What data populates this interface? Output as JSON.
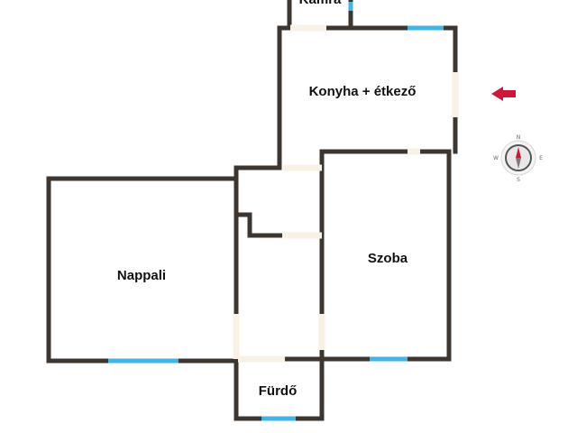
{
  "floorplan": {
    "rooms": {
      "kamra": "Kamra",
      "konyha": "Konyha + étkező",
      "nappali": "Nappali",
      "szoba": "Szoba",
      "furdo": "Fürdő"
    },
    "colors": {
      "wall": "#3d3530",
      "window": "#42b3e5",
      "door": "#f7f1e6",
      "arrow": "#d0143c"
    },
    "compass": {
      "icon": "compass-icon",
      "north": "N",
      "south": "S",
      "east": "E",
      "west": "W"
    },
    "entrance": {
      "icon": "entrance-arrow-icon"
    }
  }
}
